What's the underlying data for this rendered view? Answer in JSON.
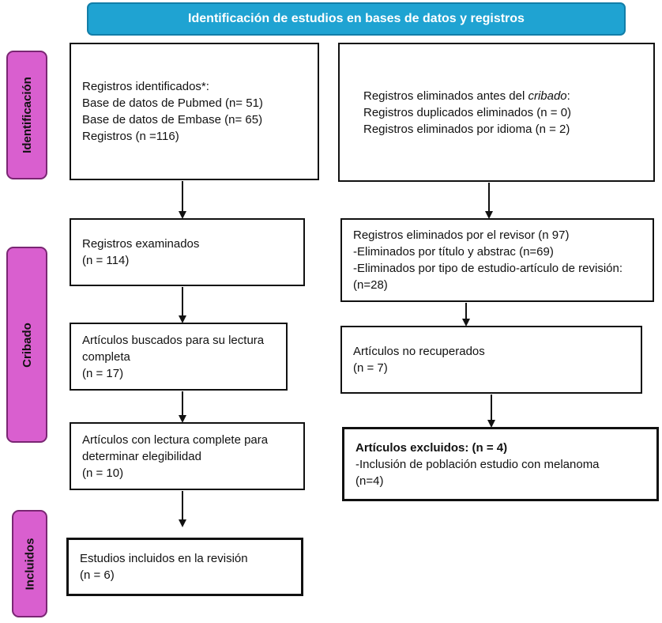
{
  "header": {
    "title": "Identificación de estudios en bases de datos y registros"
  },
  "phases": {
    "identificacion": "Identificación",
    "cribado": "Cribado",
    "incluidos": "Incluidos"
  },
  "colors": {
    "header_fill": "#1fa3d2",
    "phase_fill": "#d95fcf",
    "box_border": "#111111"
  },
  "boxes": {
    "registros_identificados": {
      "lines": [
        "Registros identificados*:",
        "Base de datos de Pubmed (n= 51)",
        "Base de datos de Embase (n= 65)",
        "Registros (n =116)"
      ]
    },
    "registros_eliminados_antes": {
      "line1_prefix": "Registros eliminados antes del ",
      "line1_italic": "cribado",
      "line1_suffix": ":",
      "line2": "Registros duplicados eliminados (n = 0)",
      "line3": "Registros eliminados por idioma (n = 2)"
    },
    "registros_examinados": {
      "lines": [
        "Registros examinados",
        "(n = 114)"
      ]
    },
    "registros_eliminados_revisor": {
      "lines": [
        "Registros eliminados por el revisor (n 97)",
        "-Eliminados por título y abstrac (n=69)",
        "-Eliminados por tipo de estudio-artículo de revisión: (n=28)"
      ]
    },
    "articulos_buscados": {
      "lines": [
        "Artículos buscados para su lectura completa",
        "(n = 17)"
      ]
    },
    "articulos_no_recuperados": {
      "lines": [
        "Artículos no recuperados",
        "(n = 7)"
      ]
    },
    "articulos_lectura_completa": {
      "lines": [
        "Artículos con lectura complete para determinar elegibilidad",
        "(n = 10)"
      ]
    },
    "articulos_excluidos": {
      "title": "Artículos excluidos",
      "title_count": ": (n = 4)",
      "lines": [
        "-Inclusión de población estudio con melanoma",
        "(n=4)"
      ]
    },
    "estudios_incluidos": {
      "lines": [
        "Estudios incluidos en la revisión",
        "(n = 6)"
      ]
    }
  }
}
